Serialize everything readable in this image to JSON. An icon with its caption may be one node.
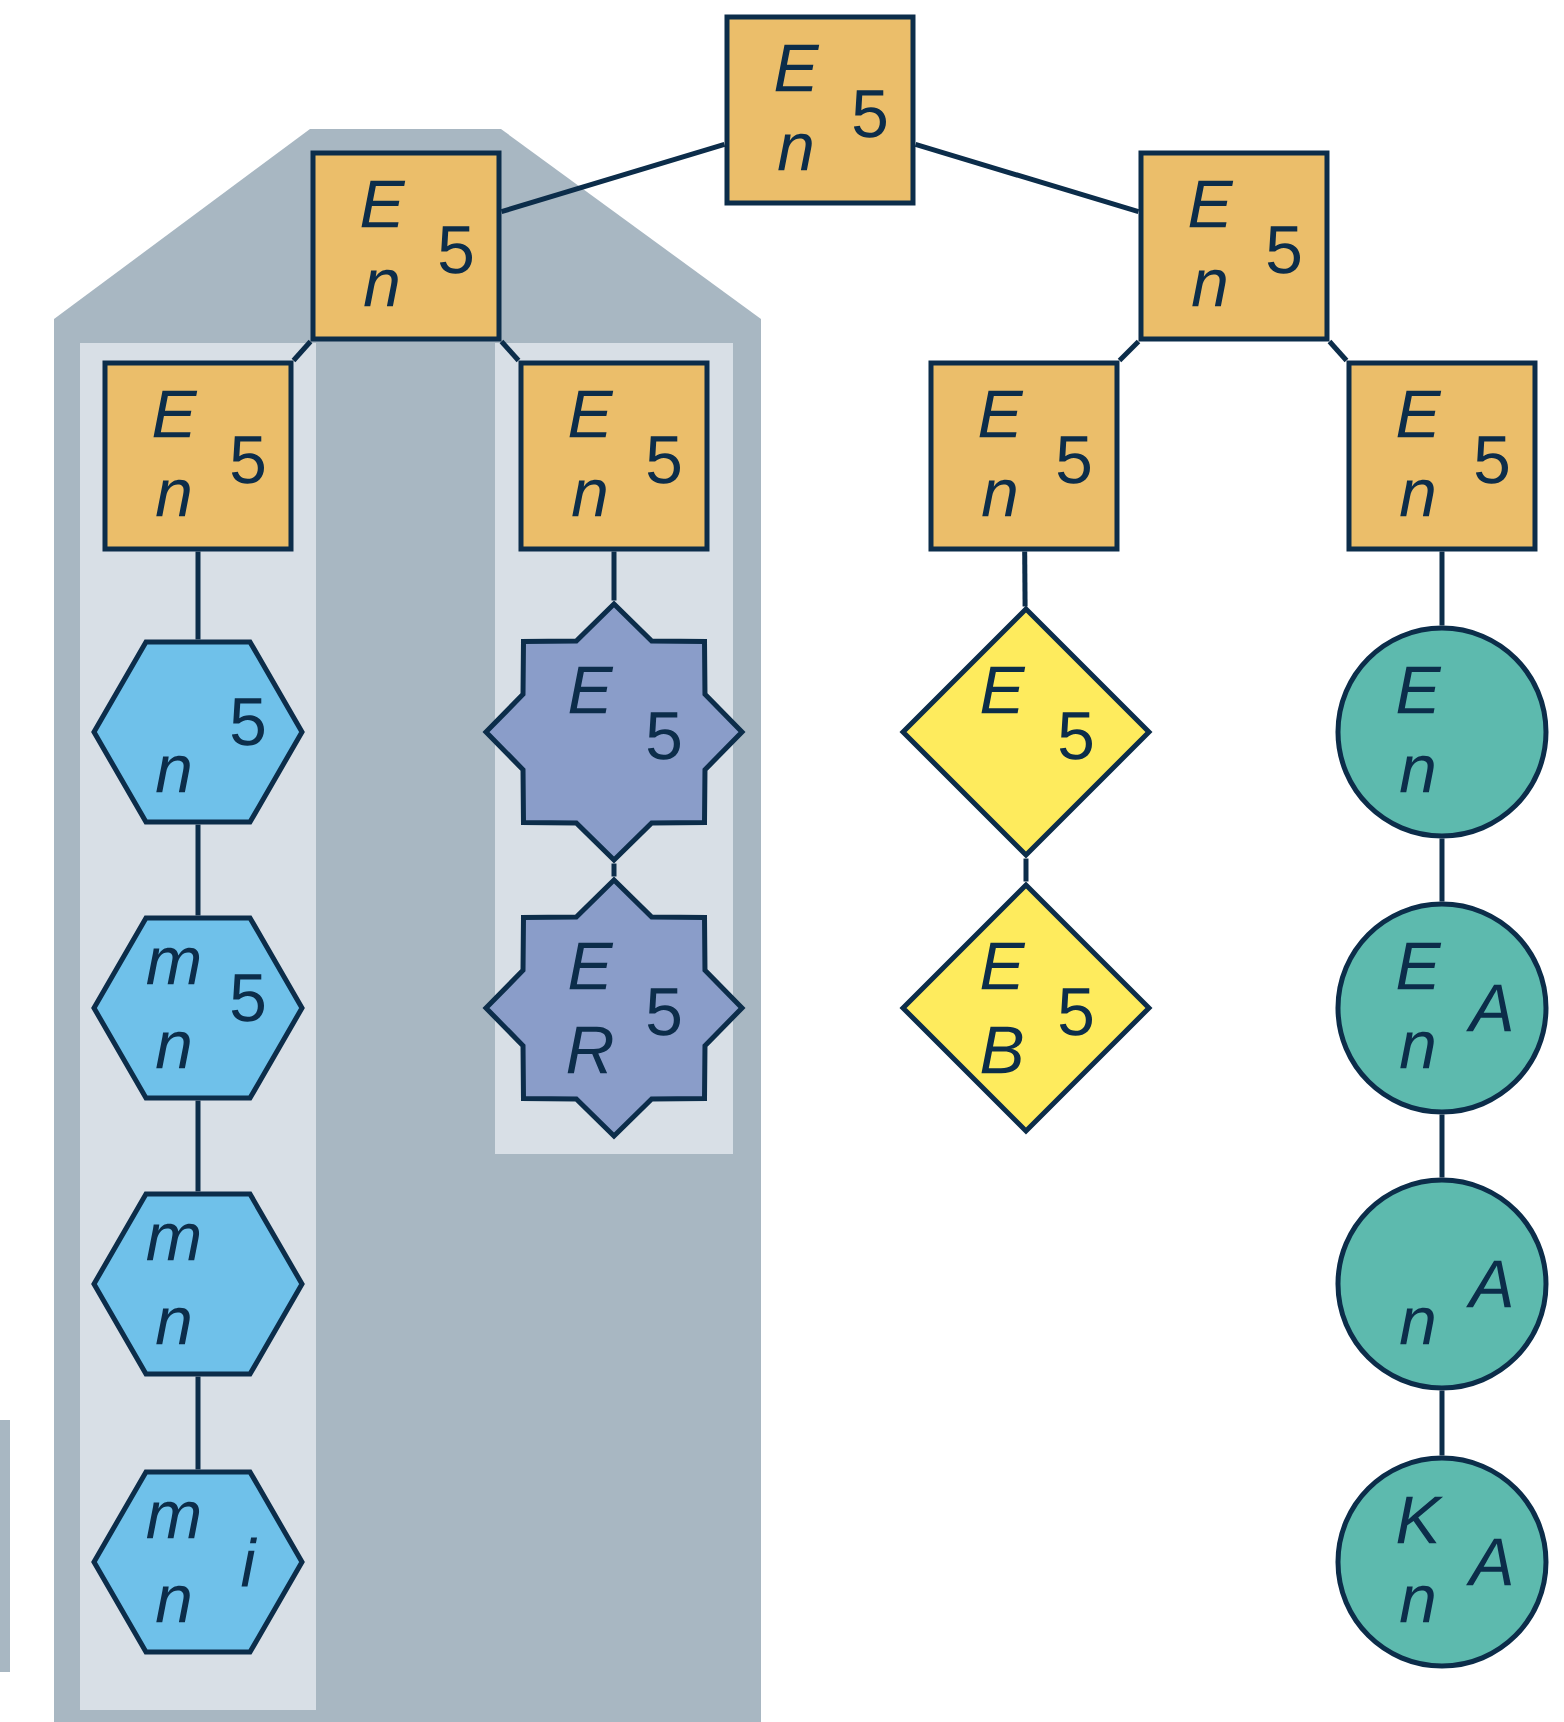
{
  "diagram": {
    "nodes": [
      {
        "text": [
          "E",
          "n",
          "5"
        ]
      },
      {
        "text": [],
        "shape": "box"
      },
      {
        "text": [
          "E",
          "n",
          "5"
        ],
        "in": 1
      },
      {
        "text": [],
        "shape": "box",
        "in": 1
      },
      {
        "text": [
          "E",
          "n",
          "5"
        ],
        "in": 3
      },
      {
        "text": [
          "n",
          "5"
        ],
        "in": 3
      },
      {
        "text": [
          "m",
          "n",
          "5"
        ],
        "in": 3
      },
      {
        "text": [
          "m",
          "n"
        ],
        "in": 3
      },
      {
        "text": [
          "m",
          "n",
          "i"
        ],
        "in": 3
      },
      {
        "text": [],
        "shape": "box",
        "in": 1
      },
      {
        "text": [
          "E",
          "n",
          "5"
        ],
        "in": 9
      },
      {
        "text": [
          "E",
          "5"
        ],
        "in": 9
      },
      {
        "text": [
          "E",
          "R",
          "5"
        ],
        "in": 9
      },
      {
        "text": [
          "E",
          "n",
          "5"
        ]
      },
      {
        "text": [
          "E",
          "n",
          "5"
        ]
      },
      {
        "text": [
          "E",
          "n",
          "5"
        ]
      },
      {
        "text": [
          "E",
          "5"
        ]
      },
      {
        "text": [
          "E",
          "B",
          "5"
        ]
      },
      {
        "text": [
          "E",
          "n"
        ]
      },
      {
        "text": [
          "E",
          "n",
          "A"
        ]
      },
      {
        "text": [
          "n",
          "A"
        ]
      },
      {
        "text": [
          "K",
          "n",
          "A"
        ]
      }
    ],
    "edges": [
      {
        "from": 0,
        "to": 2,
        "arrow": "none"
      },
      {
        "from": 0,
        "to": 13,
        "arrow": "none"
      },
      {
        "from": 2,
        "to": 4,
        "arrow": "none"
      },
      {
        "from": 2,
        "to": 10,
        "arrow": "none"
      },
      {
        "from": 13,
        "to": 14,
        "arrow": "none"
      },
      {
        "from": 13,
        "to": 15,
        "arrow": "none"
      },
      {
        "from": 4,
        "to": 5,
        "arrow": "none"
      },
      {
        "from": 5,
        "to": 6,
        "arrow": "none"
      },
      {
        "from": 6,
        "to": 7,
        "arrow": "none"
      },
      {
        "from": 7,
        "to": 8,
        "arrow": "none"
      },
      {
        "from": 10,
        "to": 11,
        "arrow": "none"
      },
      {
        "from": 11,
        "to": 12,
        "arrow": "none"
      },
      {
        "from": 14,
        "to": 16,
        "arrow": "none"
      },
      {
        "from": 16,
        "to": 17,
        "arrow": "none"
      },
      {
        "from": 15,
        "to": 18,
        "arrow": "none"
      },
      {
        "from": 18,
        "to": 19,
        "arrow": "none"
      },
      {
        "from": 19,
        "to": 20,
        "arrow": "none"
      },
      {
        "from": 20,
        "to": 21,
        "arrow": "none"
      }
    ]
  }
}
